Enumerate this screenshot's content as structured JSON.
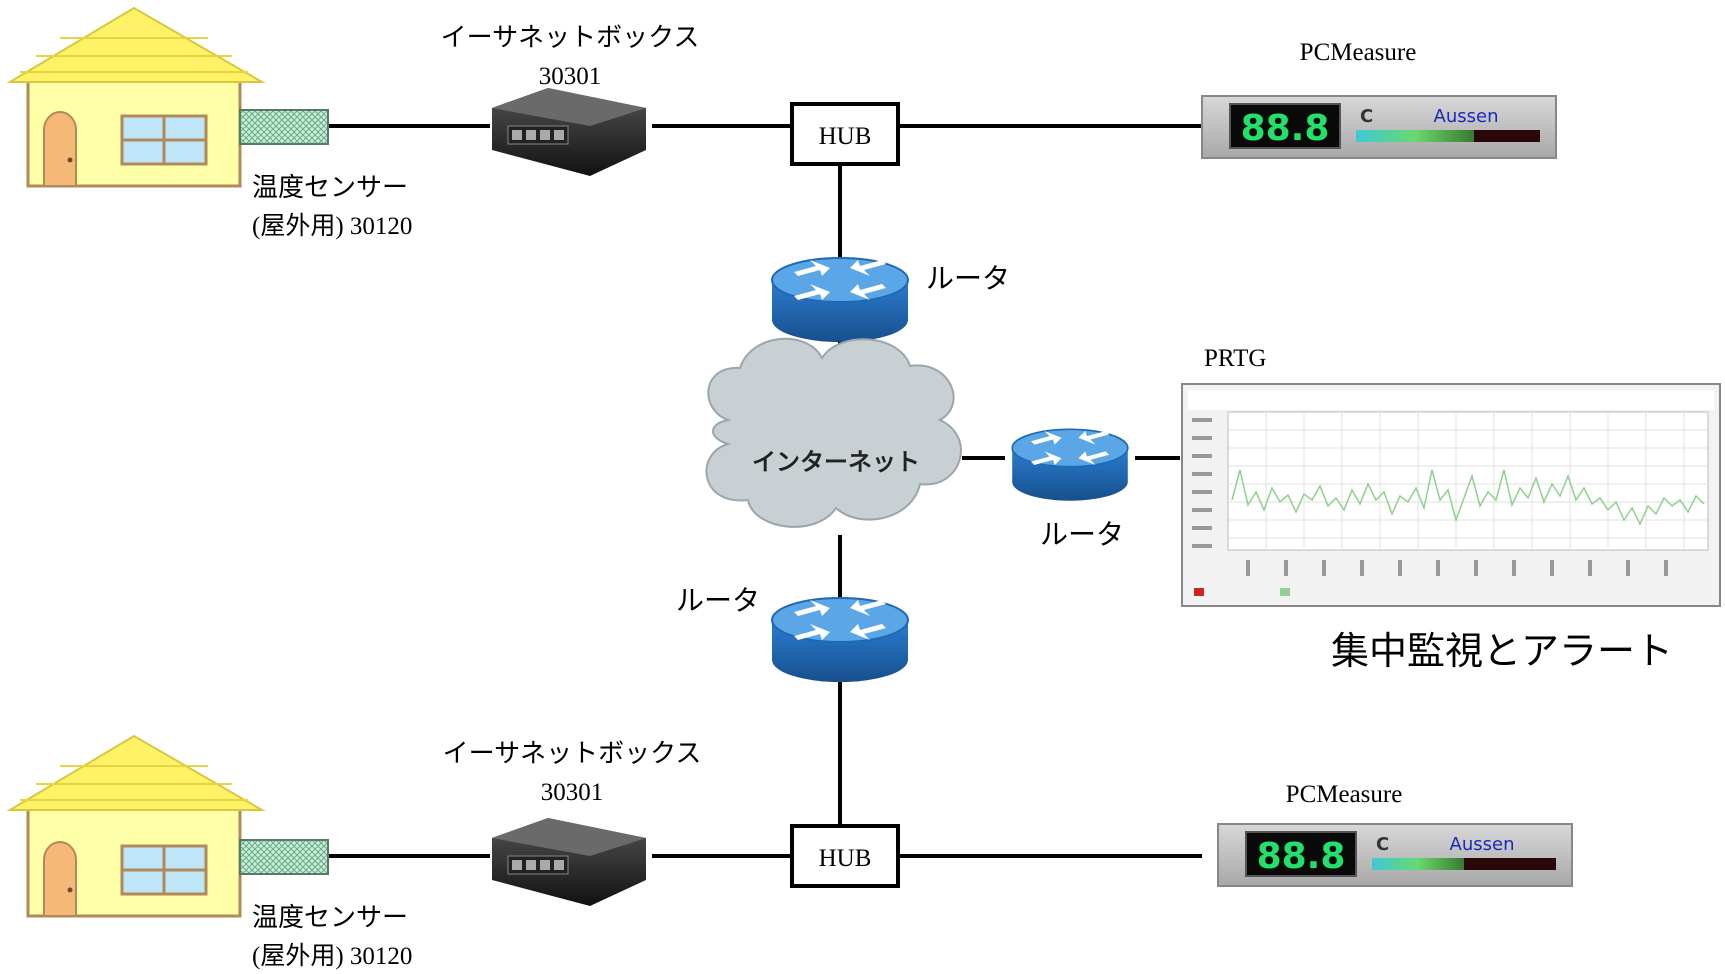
{
  "top_site": {
    "sensor_label": "温度センサー",
    "sensor_model": "(屋外用) 30120",
    "box_label": "イーサネットボックス",
    "box_model": "30301",
    "hub_label": "HUB",
    "router_label": "ルータ",
    "display_title": "PCMeasure",
    "display_value": "88.8",
    "display_unit": "C",
    "display_name": "Aussen"
  },
  "bottom_site": {
    "sensor_label": "温度センサー",
    "sensor_model": "(屋外用) 30120",
    "box_label": "イーサネットボックス",
    "box_model": "30301",
    "hub_label": "HUB",
    "router_label": "ルータ",
    "display_title": "PCMeasure",
    "display_value": "88.8",
    "display_unit": "C",
    "display_name": "Aussen"
  },
  "internet": {
    "cloud_label": "インターネット"
  },
  "monitor": {
    "router_label": "ルータ",
    "title": "PRTG",
    "caption": "集中監視とアラート"
  },
  "colors": {
    "house_wall": "#ffffa8",
    "house_roof": "#fff266",
    "house_outline": "#b08a5a",
    "door": "#f5b876",
    "window": "#bfe6f8",
    "sensor": "#bfe8d0",
    "router_body": "#1f69b4",
    "router_top": "#5aa6e6",
    "cloud": "#c8d0d4",
    "led_green": "#22e06a",
    "display_panel": "#c8c8c8",
    "chart_line": "#8fd08f"
  }
}
